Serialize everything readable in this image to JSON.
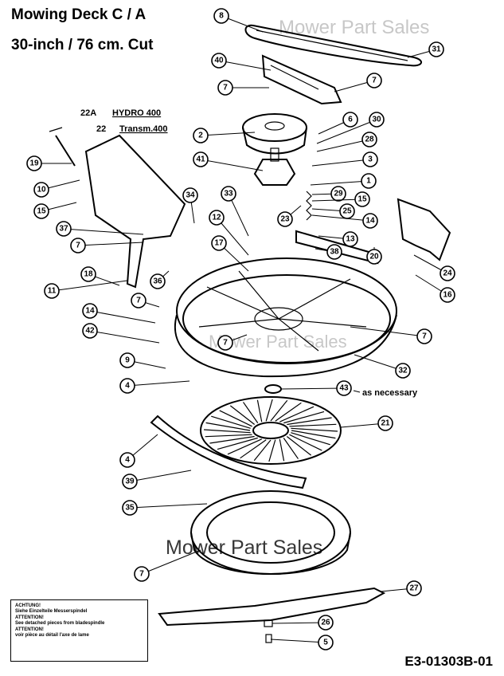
{
  "title": "Mowing Deck  C / A",
  "subtitle": "30-inch / 76 cm. Cut",
  "labels": {
    "hydro_code": "22A",
    "hydro_text": "HYDRO 400",
    "transm_code": "22",
    "transm_text": "Transm.400",
    "as_necessary": "as necessary"
  },
  "callouts": [
    "8",
    "31",
    "40",
    "7",
    "7",
    "6",
    "30",
    "2",
    "28",
    "41",
    "3",
    "1",
    "29",
    "15",
    "34",
    "33",
    "25",
    "14",
    "12",
    "23",
    "13",
    "37",
    "7",
    "38",
    "20",
    "19",
    "10",
    "15",
    "17",
    "18",
    "24",
    "11",
    "36",
    "16",
    "7",
    "14",
    "42",
    "7",
    "7",
    "9",
    "32",
    "4",
    "43",
    "21",
    "4",
    "39",
    "35",
    "7",
    "27",
    "26",
    "5"
  ],
  "watermark": "Mower Part Sales",
  "notice": {
    "line1": "ACHTUNG!",
    "line2": "Siehe Einzelteile Messerspindel",
    "line3": "ATTENTION!",
    "line4": "See detached pieces from bladespindle",
    "line5": "ATTENTION!",
    "line6": "voir pièce au détail l'axe de lame"
  },
  "drawing_code": "E3-01303B-01"
}
